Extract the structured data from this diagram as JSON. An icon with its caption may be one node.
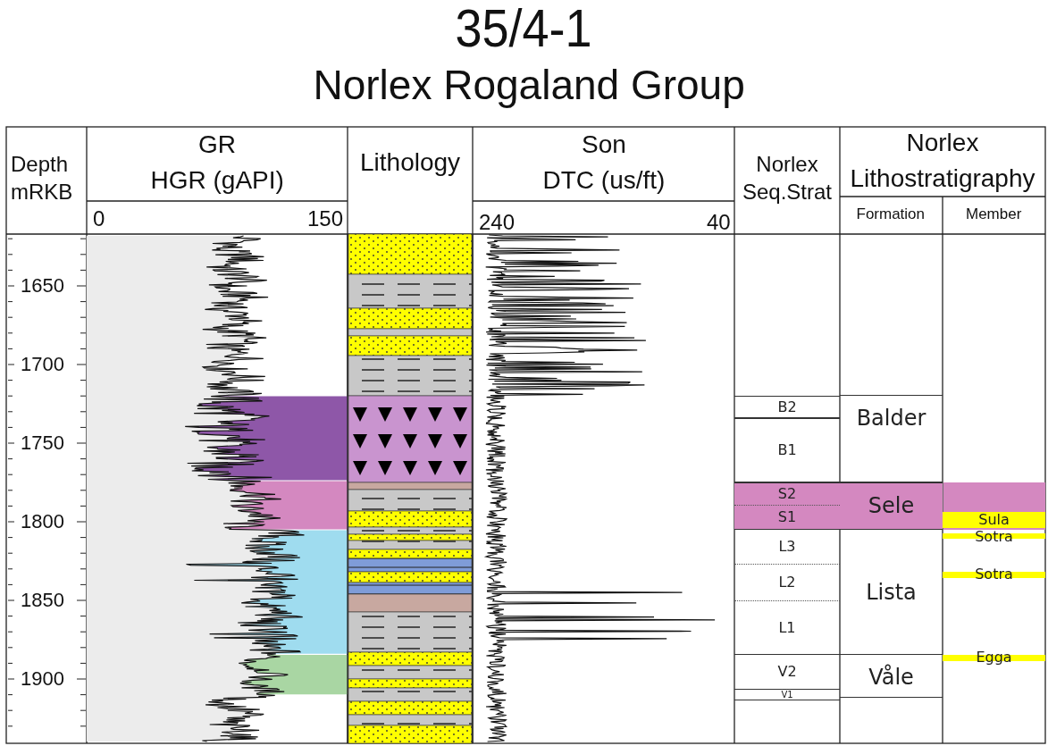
{
  "diagram": {
    "title": "35/4-1",
    "nodes": [
      {
        "text": [
          "B2"
        ]
      },
      {
        "text": [
          "B1"
        ]
      },
      {
        "text": [
          "S2"
        ]
      },
      {
        "text": [
          "S1"
        ]
      },
      {
        "text": [
          "L3"
        ]
      },
      {
        "text": [
          "L2"
        ]
      },
      {
        "text": [
          "L1"
        ]
      },
      {
        "text": [
          "V2"
        ]
      },
      {
        "text": [
          "V1"
        ]
      },
      {
        "text": [
          "Balder"
        ]
      },
      {
        "text": [
          "Sele"
        ]
      },
      {
        "text": [
          "Lista"
        ]
      },
      {
        "text": [
          "Våle"
        ]
      },
      {
        "text": [
          "Sula"
        ]
      },
      {
        "text": [
          "Sotra"
        ]
      },
      {
        "text": [
          "Sotra"
        ]
      },
      {
        "text": [
          "Egga"
        ]
      }
    ],
    "labels": [
      "Norlex Rogaland Group",
      "Depth mRKB",
      "GR",
      "HGR (gAPI)",
      "Lithology",
      "Son",
      "DTC (us/ft)",
      "Norlex",
      "Lithostratigraphy",
      "0",
      "150",
      "240",
      "40",
      "Norlex Seq.Strat",
      "Formation",
      "Member",
      "1650",
      "1700",
      "1750",
      "1800",
      "1850",
      "1900"
    ]
  }
}
